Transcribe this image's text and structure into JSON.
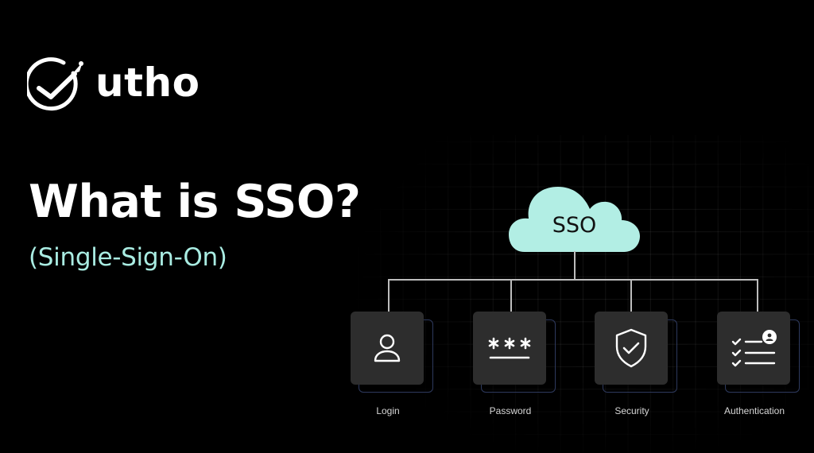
{
  "brand": {
    "name": "utho",
    "icon": "check-rocket-circle-icon"
  },
  "hero": {
    "title": "What is SSO?",
    "subtitle": "(Single-Sign-On)"
  },
  "diagram": {
    "root": {
      "label": "SSO",
      "icon": "cloud-icon",
      "color": "#b2eee4"
    },
    "nodes": [
      {
        "label": "Login",
        "icon": "user-icon"
      },
      {
        "label": "Password",
        "icon": "password-asterisks-icon"
      },
      {
        "label": "Security",
        "icon": "shield-check-icon"
      },
      {
        "label": "Authentication",
        "icon": "checklist-user-icon"
      }
    ]
  },
  "colors": {
    "background": "#000000",
    "accent": "#a9ece2",
    "card": "#2d2d2d",
    "card_outline": "#2e3a5e",
    "connector": "#bdbdbd"
  }
}
